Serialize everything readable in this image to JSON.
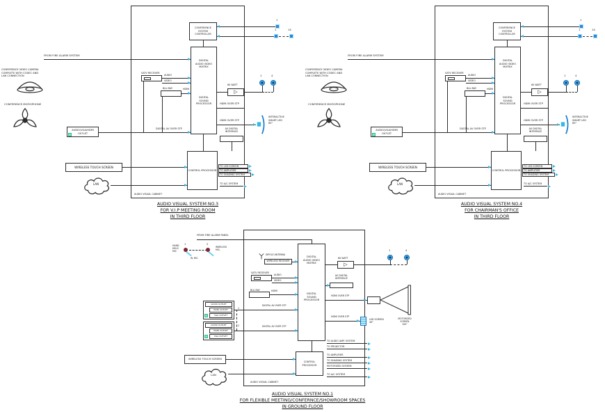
{
  "colors": {
    "line": "#2b2b2b",
    "accent": "#3ab6e8",
    "device": "#2b85d8",
    "mint": "#7fe7c5",
    "mic": "#7c2433",
    "text": "#161616"
  },
  "icons": {
    "amp_tri": "▷"
  },
  "sh": {
    "fire_alarm": "FROM FIRE ALARM SYSTEM",
    "camera": "CONFERENCE VIDEO CAMERA\nCOMPLETE WITH CODEC AND\nLAN CONNECTION",
    "conf_mic": "CONFERENCE MICROPHONE",
    "av_outlet": "AUDIO/VGA/HDMI\nOUTLET",
    "touch": "WIRELESS TOUCH SCREEN",
    "lan": "LAN",
    "cabinet": "AUDIO VISUAL CABINET",
    "controller": "CONFERENCE\nSYSTEM\nCONTROLLER",
    "matrix": "DIGITAL\nAUDIO VIDEO\nMATRIX",
    "dsp": "DIGITAL\nSOUND\nPROCESSOR",
    "cpu": "CONTROL PROCESSOR",
    "satv": "SATV RECEIVER",
    "audio": "AUDIO",
    "video": "VIDEO",
    "bluray": "BLU-RAY",
    "hdmi": "HDMI",
    "dav_stp": "DIGITAL AV OVER STP",
    "watt": "60 WATT",
    "hdmi_stp": "HDMI OVER STP",
    "smart_led": "INTERACTIVE\nSMART LED\n65\"",
    "av_if": "AV DIGITAL\nINTERFACE",
    "to_led": "TO LED SCREEN",
    "to_amp": "TO AMPLIFIER",
    "to_shade": "TO SHADING SYSTEM",
    "to_ac": "TO A/C SYSTEM",
    "n1": "1",
    "n2": "2",
    "n4": "4",
    "n14": "14"
  },
  "d1": {
    "title": [
      "AUDIO VISUAL SYSTEM NO.3",
      "FOR V.I.P MEETING ROOM",
      "IN THIRD FLOOR"
    ]
  },
  "d2": {
    "title": [
      "AUDIO VISUAL SYSTEM NO.4",
      "FOR CHAIRMAN'S OFFICE",
      "IN THIRD FLOOR"
    ]
  },
  "d3": {
    "title": [
      "AUDIO VISUAL SYSTEM NO.1",
      "FOR FLEXIBLE MEETING/CONFERNCE/SHOWROOM SPACES",
      "IN GROUND FLOOR"
    ],
    "fire_panel": "FROM FIRE ALARM PANEL",
    "handheld": "HAND\nHELD\nMIC",
    "wmic_lbl": "WIRELESS\nMIC.",
    "w_mic": "W. MIC",
    "dipole": "DIPOLE ANTENNA",
    "wrx": "WIRELESS RECEIVER",
    "audio_outlet": "AUDIO OUTLET",
    "hdmi_outlet": "HDMI OUTLET",
    "vga_outlet": "VGA OUTLET",
    "mot_screen": "MOTORIZED\nSCREEN\n100\"",
    "led_screen": "LED SCREEN\n40\"",
    "to_audio_amp": "TO AUDIO AMP. SYSTEM",
    "to_projector": "TO PROJECTOR",
    "mot_screen_out": "MOTORIZED SCREEN"
  }
}
